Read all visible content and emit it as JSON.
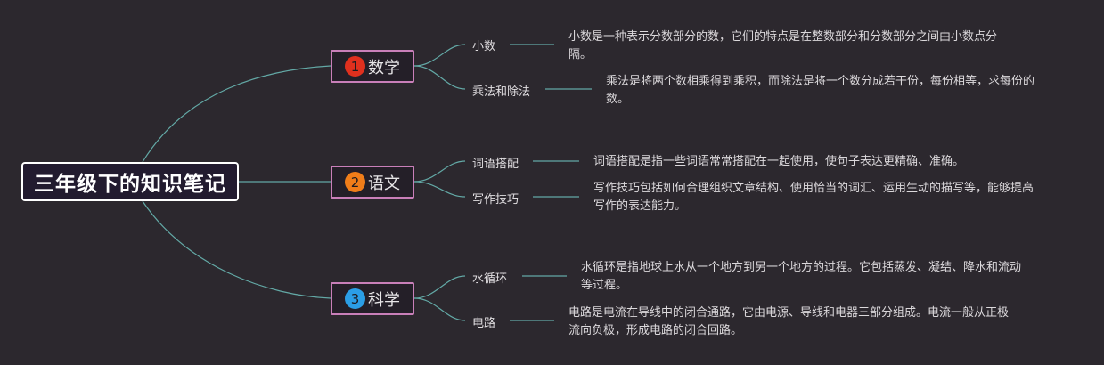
{
  "root": {
    "title": "三年级下的知识笔记"
  },
  "colors": {
    "background": "#2c282e",
    "connector": "#63a9a6",
    "branch_border": "#c97fb9",
    "badge_math": "#e0301e",
    "badge_chinese": "#f07d19",
    "badge_science": "#2b9ee6"
  },
  "branches": [
    {
      "number": "1",
      "label": "数学",
      "topics": [
        {
          "label": "小数",
          "description": "小数是一种表示分数部分的数，它们的特点是在整数部分和分数部分之间由小数点分隔。"
        },
        {
          "label": "乘法和除法",
          "description": "乘法是将两个数相乘得到乘积，而除法是将一个数分成若干份，每份相等，求每份的数。"
        }
      ]
    },
    {
      "number": "2",
      "label": "语文",
      "topics": [
        {
          "label": "词语搭配",
          "description": "词语搭配是指一些词语常常搭配在一起使用，使句子表达更精确、准确。"
        },
        {
          "label": "写作技巧",
          "description": "写作技巧包括如何合理组织文章结构、使用恰当的词汇、运用生动的描写等，能够提高写作的表达能力。"
        }
      ]
    },
    {
      "number": "3",
      "label": "科学",
      "topics": [
        {
          "label": "水循环",
          "description": "水循环是指地球上水从一个地方到另一个地方的过程。它包括蒸发、凝结、降水和流动等过程。"
        },
        {
          "label": "电路",
          "description": "电路是电流在导线中的闭合通路，它由电源、导线和电器三部分组成。电流一般从正极流向负极，形成电路的闭合回路。"
        }
      ]
    }
  ]
}
